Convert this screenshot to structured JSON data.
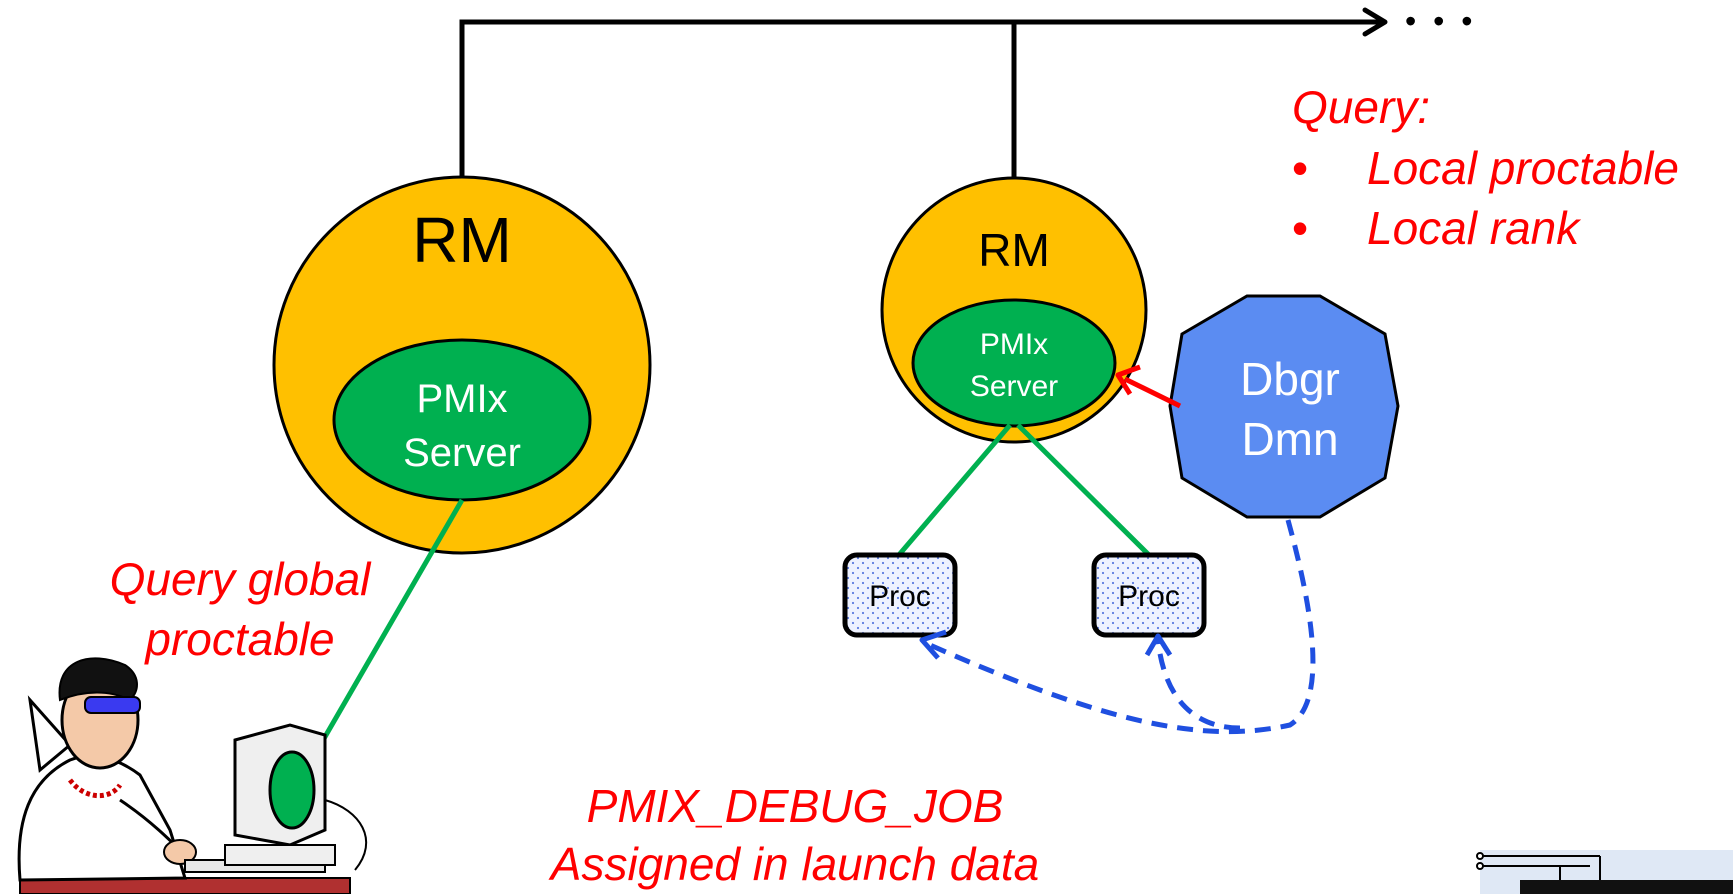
{
  "ellipsis": "• • •",
  "left_node": {
    "rm_label": "RM",
    "server_line1": "PMIx",
    "server_line2": "Server"
  },
  "right_node": {
    "rm_label": "RM",
    "server_line1": "PMIx",
    "server_line2": "Server",
    "proc1": "Proc",
    "proc2": "Proc"
  },
  "debugger_daemon": {
    "line1": "Dbgr",
    "line2": "Dmn"
  },
  "query_box": {
    "title": "Query:",
    "bullet": "•",
    "items": [
      "Local proctable",
      "Local rank"
    ]
  },
  "global_query": {
    "line1": "Query global",
    "line2": "proctable"
  },
  "launch_note": {
    "line1": "PMIX_DEBUG_JOB",
    "line2": "Assigned in launch data"
  },
  "colors": {
    "rm_fill": "#ffc000",
    "server_fill": "#00b050",
    "daemon_fill": "#5b8cf2",
    "annotation": "#ff0000",
    "dashed_arrow": "#1f4fe0"
  }
}
